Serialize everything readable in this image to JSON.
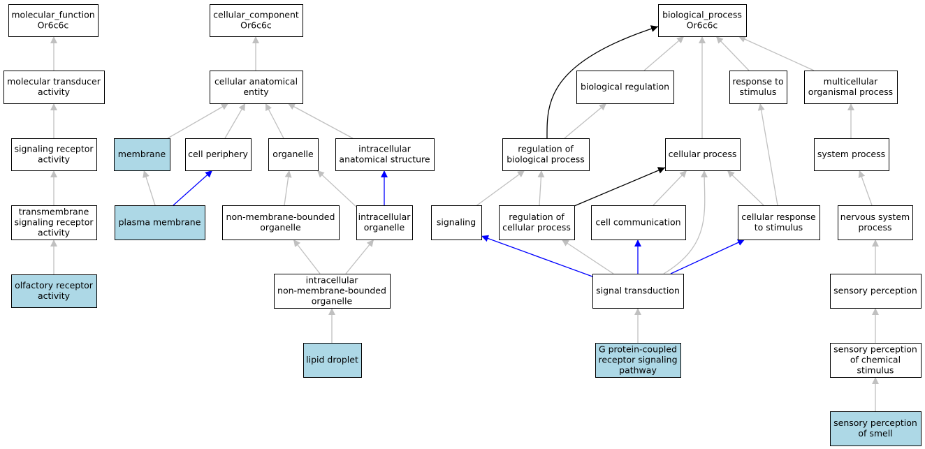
{
  "colors": {
    "highlight_fill": "#add8e6",
    "default_fill": "#ffffff",
    "is_a_edge": "#c0c0c0",
    "part_of_edge": "#0000ff",
    "regulates_edge": "#000000"
  },
  "nodes": {
    "molecular_function": "molecular_function\nOr6c6c",
    "molecular_transducer_activity": "molecular transducer\nactivity",
    "signaling_receptor_activity": "signaling receptor\nactivity",
    "transmembrane_signaling_receptor_activity": "transmembrane\nsignaling receptor\nactivity",
    "olfactory_receptor_activity": "olfactory receptor\nactivity",
    "cellular_component": "cellular_component\nOr6c6c",
    "cellular_anatomical_entity": "cellular anatomical\nentity",
    "membrane": "membrane",
    "cell_periphery": "cell periphery",
    "organelle": "organelle",
    "intracellular_anatomical_structure": "intracellular\nanatomical structure",
    "plasma_membrane": "plasma membrane",
    "non_membrane_bounded_organelle": "non-membrane-bounded\norganelle",
    "intracellular_organelle": "intracellular\norganelle",
    "intracellular_non_membrane_bounded_organelle": "intracellular\nnon-membrane-bounded\norganelle",
    "lipid_droplet": "lipid droplet",
    "biological_process": "biological_process\nOr6c6c",
    "biological_regulation": "biological regulation",
    "response_to_stimulus": "response to\nstimulus",
    "multicellular_organismal_process": "multicellular\norganismal process",
    "regulation_of_biological_process": "regulation of\nbiological process",
    "cellular_process": "cellular process",
    "system_process": "system process",
    "signaling": "signaling",
    "regulation_of_cellular_process": "regulation of\ncellular process",
    "cell_communication": "cell communication",
    "cellular_response_to_stimulus": "cellular response\nto stimulus",
    "nervous_system_process": "nervous system\nprocess",
    "signal_transduction": "signal transduction",
    "sensory_perception": "sensory perception",
    "gpcr_signaling_pathway": "G protein-coupled\nreceptor signaling\npathway",
    "sensory_perception_of_chemical_stimulus": "sensory perception\nof chemical\nstimulus",
    "sensory_perception_of_smell": "sensory perception\nof smell"
  },
  "highlighted": [
    "olfactory_receptor_activity",
    "membrane",
    "plasma_membrane",
    "lipid_droplet",
    "gpcr_signaling_pathway",
    "sensory_perception_of_smell"
  ],
  "edges": [
    {
      "from": "molecular_transducer_activity",
      "to": "molecular_function",
      "type": "is_a"
    },
    {
      "from": "signaling_receptor_activity",
      "to": "molecular_transducer_activity",
      "type": "is_a"
    },
    {
      "from": "transmembrane_signaling_receptor_activity",
      "to": "signaling_receptor_activity",
      "type": "is_a"
    },
    {
      "from": "olfactory_receptor_activity",
      "to": "transmembrane_signaling_receptor_activity",
      "type": "is_a"
    },
    {
      "from": "cellular_anatomical_entity",
      "to": "cellular_component",
      "type": "is_a"
    },
    {
      "from": "membrane",
      "to": "cellular_anatomical_entity",
      "type": "is_a"
    },
    {
      "from": "cell_periphery",
      "to": "cellular_anatomical_entity",
      "type": "is_a"
    },
    {
      "from": "organelle",
      "to": "cellular_anatomical_entity",
      "type": "is_a"
    },
    {
      "from": "intracellular_anatomical_structure",
      "to": "cellular_anatomical_entity",
      "type": "is_a"
    },
    {
      "from": "plasma_membrane",
      "to": "membrane",
      "type": "is_a"
    },
    {
      "from": "plasma_membrane",
      "to": "cell_periphery",
      "type": "part_of"
    },
    {
      "from": "non_membrane_bounded_organelle",
      "to": "organelle",
      "type": "is_a"
    },
    {
      "from": "intracellular_organelle",
      "to": "organelle",
      "type": "is_a"
    },
    {
      "from": "intracellular_organelle",
      "to": "intracellular_anatomical_structure",
      "type": "part_of"
    },
    {
      "from": "intracellular_non_membrane_bounded_organelle",
      "to": "non_membrane_bounded_organelle",
      "type": "is_a"
    },
    {
      "from": "intracellular_non_membrane_bounded_organelle",
      "to": "intracellular_organelle",
      "type": "is_a"
    },
    {
      "from": "lipid_droplet",
      "to": "intracellular_non_membrane_bounded_organelle",
      "type": "is_a"
    },
    {
      "from": "biological_regulation",
      "to": "biological_process",
      "type": "is_a"
    },
    {
      "from": "response_to_stimulus",
      "to": "biological_process",
      "type": "is_a"
    },
    {
      "from": "multicellular_organismal_process",
      "to": "biological_process",
      "type": "is_a"
    },
    {
      "from": "cellular_process",
      "to": "biological_process",
      "type": "is_a"
    },
    {
      "from": "regulation_of_biological_process",
      "to": "biological_process",
      "type": "regulates"
    },
    {
      "from": "regulation_of_biological_process",
      "to": "biological_regulation",
      "type": "is_a"
    },
    {
      "from": "system_process",
      "to": "multicellular_organismal_process",
      "type": "is_a"
    },
    {
      "from": "signaling",
      "to": "regulation_of_biological_process",
      "type": "is_a"
    },
    {
      "from": "regulation_of_cellular_process",
      "to": "regulation_of_biological_process",
      "type": "is_a"
    },
    {
      "from": "regulation_of_cellular_process",
      "to": "cellular_process",
      "type": "regulates"
    },
    {
      "from": "cell_communication",
      "to": "cellular_process",
      "type": "is_a"
    },
    {
      "from": "cellular_response_to_stimulus",
      "to": "cellular_process",
      "type": "is_a"
    },
    {
      "from": "cellular_response_to_stimulus",
      "to": "response_to_stimulus",
      "type": "is_a"
    },
    {
      "from": "nervous_system_process",
      "to": "system_process",
      "type": "is_a"
    },
    {
      "from": "signal_transduction",
      "to": "signaling",
      "type": "part_of"
    },
    {
      "from": "signal_transduction",
      "to": "regulation_of_cellular_process",
      "type": "is_a"
    },
    {
      "from": "signal_transduction",
      "to": "cell_communication",
      "type": "part_of"
    },
    {
      "from": "signal_transduction",
      "to": "cellular_response_to_stimulus",
      "type": "part_of"
    },
    {
      "from": "signal_transduction",
      "to": "cellular_process",
      "type": "is_a"
    },
    {
      "from": "sensory_perception",
      "to": "nervous_system_process",
      "type": "is_a"
    },
    {
      "from": "gpcr_signaling_pathway",
      "to": "signal_transduction",
      "type": "is_a"
    },
    {
      "from": "sensory_perception_of_chemical_stimulus",
      "to": "sensory_perception",
      "type": "is_a"
    },
    {
      "from": "sensory_perception_of_smell",
      "to": "sensory_perception_of_chemical_stimulus",
      "type": "is_a"
    }
  ]
}
